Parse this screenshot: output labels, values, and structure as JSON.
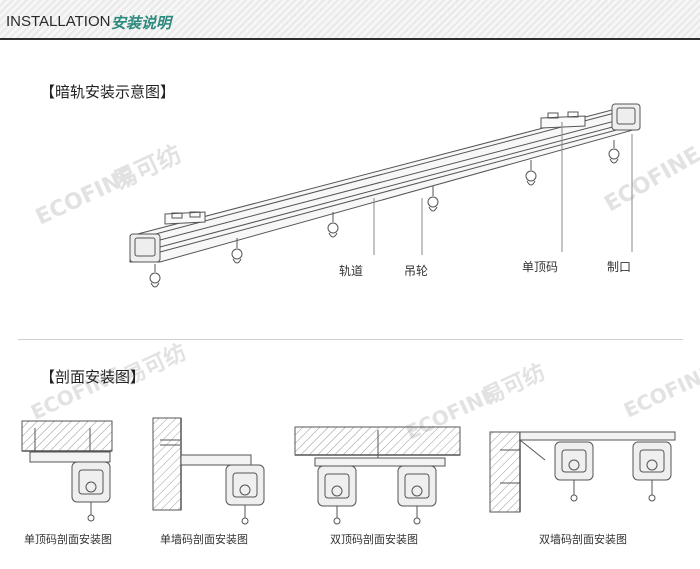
{
  "header": {
    "title_en": "INSTALLATION",
    "title_cn": "安装说明"
  },
  "watermark": {
    "en": "ECOFINE",
    "cn": "易可纺"
  },
  "section1": {
    "title": "【暗轨安装示意图】",
    "labels": {
      "track": "轨道",
      "hook": "吊轮",
      "bracket": "单顶码",
      "stop": "制口"
    }
  },
  "section2": {
    "title": "【剖面安装图】",
    "captions": [
      "单顶码剖面安装图",
      "单墙码剖面安装图",
      "双顶码剖面安装图",
      "双墙码剖面安装图"
    ]
  },
  "colors": {
    "accent": "#2e8a7e",
    "line": "#555555",
    "rule": "#2f2f2f"
  }
}
